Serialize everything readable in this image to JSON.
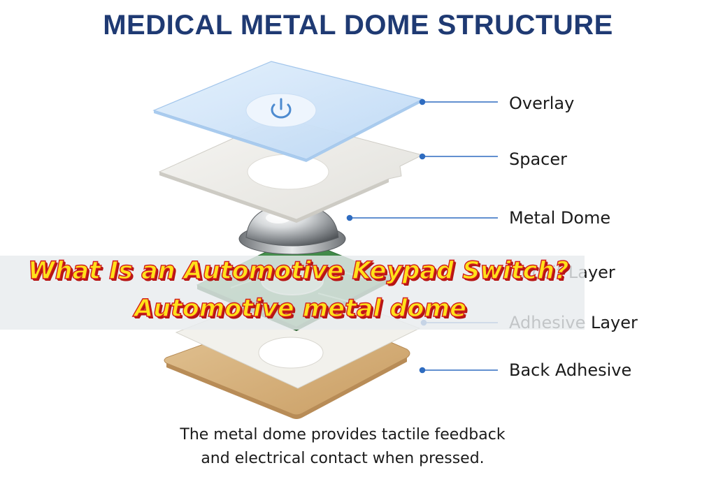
{
  "title": "MEDICAL METAL DOME STRUCTURE",
  "layers": [
    {
      "id": "overlay",
      "label": "Overlay"
    },
    {
      "id": "spacer",
      "label": "Spacer"
    },
    {
      "id": "metal-dome",
      "label": "Metal Dome"
    },
    {
      "id": "circuit",
      "label": "Circuit Layer"
    },
    {
      "id": "adhesive",
      "label": "Adhesive Layer"
    },
    {
      "id": "back-adhesive",
      "label": "Back Adhesive"
    }
  ],
  "caption": {
    "line1": "The metal dome provides tactile feedback",
    "line2": "and electrical contact when pressed."
  },
  "overlay_text": {
    "line1": "What Is an Automotive Keypad Switch?",
    "line2": "Automotive metal dome"
  },
  "colors": {
    "title": "#1f3a73",
    "leader": "#2f6cc0",
    "overlay_sheet": "#cfe4fa",
    "spacer_sheet": "#ececea",
    "circuit_board": "#3f8a46",
    "back_adhesive": "#d6b07c",
    "banner_text": "#ffe21a",
    "banner_outline": "#d21d1d"
  },
  "icons": [
    "power-icon"
  ]
}
